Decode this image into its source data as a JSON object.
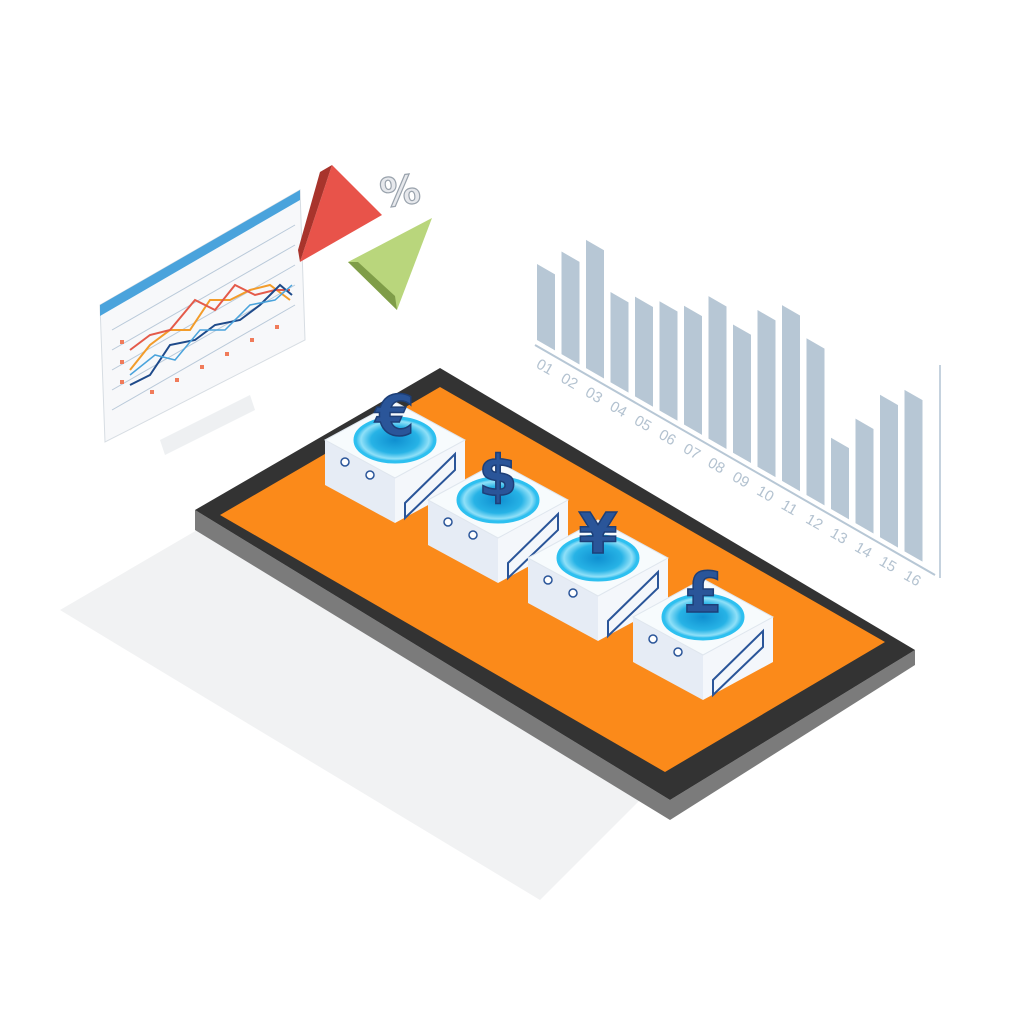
{
  "illustration": {
    "percent_symbol": "%",
    "currencies": [
      {
        "symbol": "€",
        "name": "euro"
      },
      {
        "symbol": "$",
        "name": "dollar"
      },
      {
        "symbol": "¥",
        "name": "yen"
      },
      {
        "symbol": "£",
        "name": "pound"
      }
    ],
    "colors": {
      "screen": "#fb8a1a",
      "phone_frame": "#333333",
      "bars": "#b7c7d5",
      "symbols": "#2a5599",
      "ring": "#17a9e0",
      "up_triangle": "#e8534a",
      "down_triangle": "#b9d67c"
    }
  },
  "bar_chart": {
    "labels": [
      "01",
      "02",
      "03",
      "04",
      "05",
      "06",
      "07",
      "08",
      "09",
      "10",
      "11",
      "12",
      "13",
      "14",
      "15",
      "16"
    ],
    "values": [
      80,
      108,
      135,
      95,
      105,
      115,
      125,
      150,
      135,
      165,
      185,
      165,
      75,
      110,
      150,
      170
    ]
  }
}
